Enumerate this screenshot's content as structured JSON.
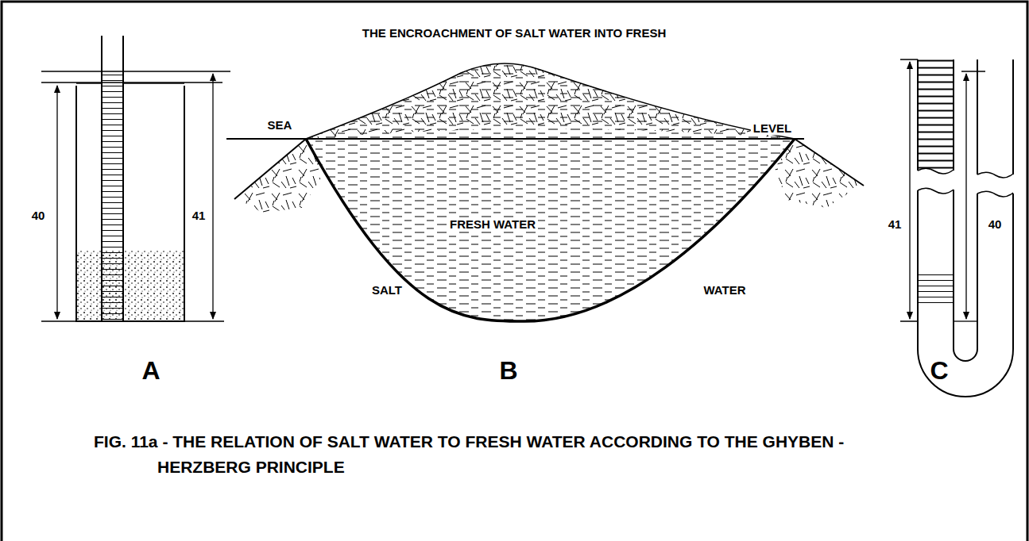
{
  "diagram": {
    "title": "THE ENCROACHMENT OF SALT WATER INTO FRESH",
    "caption": "FIG. 11a - THE RELATION OF SALT WATER TO FRESH WATER ACCORDING TO THE GHYBEN - HERZBERG PRINCIPLE",
    "nodes": [
      {
        "text": [
          "FRESH WATER"
        ]
      }
    ],
    "labels": [
      "40",
      "41",
      "A",
      "SEA",
      "LEVEL",
      "SALT",
      "WATER",
      "B",
      "41",
      "40",
      "C"
    ]
  }
}
